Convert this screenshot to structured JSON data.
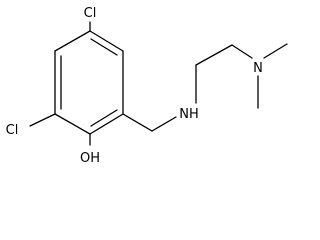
{
  "molecule": {
    "atoms": {
      "cl_top": "Cl",
      "cl_left": "Cl",
      "oh": "OH",
      "nh": "NH",
      "n": "N"
    },
    "colors": {
      "bond": "#000000",
      "label": "#000000",
      "background": "#ffffff"
    }
  }
}
